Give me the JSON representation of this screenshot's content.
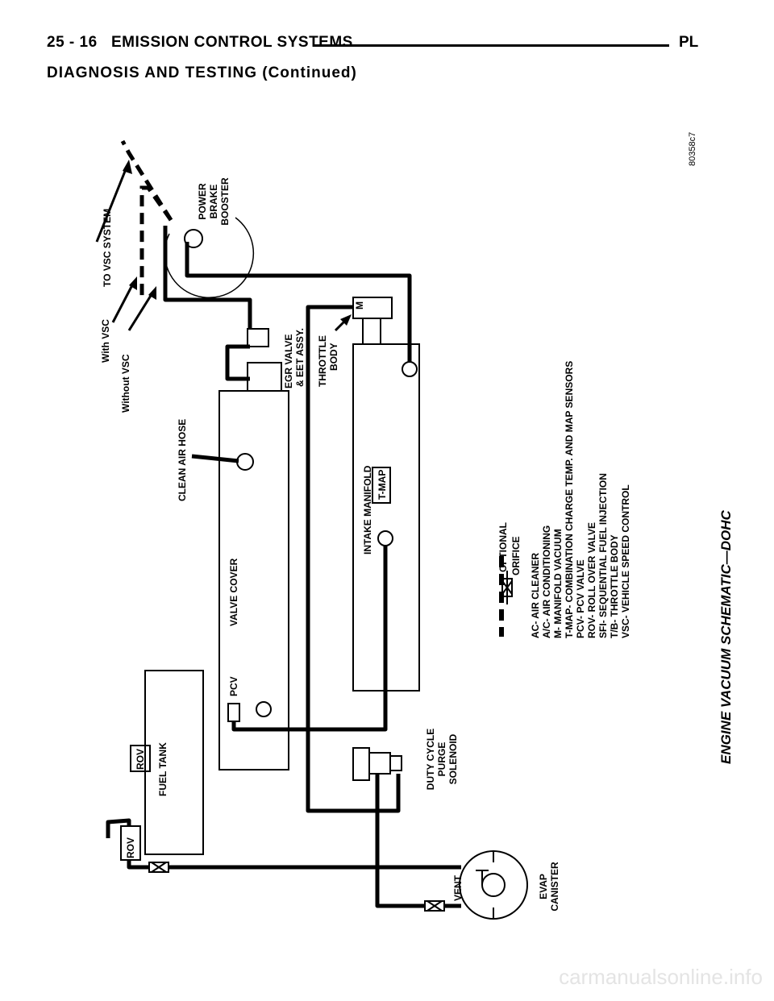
{
  "header": {
    "page_ref": "25 - 16",
    "section": "EMISSION CONTROL SYSTEMS",
    "model": "PL",
    "subtitle": "DIAGNOSIS AND TESTING (Continued)"
  },
  "figure": {
    "id": "80358c7",
    "caption": "ENGINE VACUUM SCHEMATIC—DOHC"
  },
  "labels": {
    "to_vsc_system": "TO VSC SYSTEM",
    "with_vsc": "With VSC",
    "without_vsc": "Without VSC",
    "power_brake_booster": [
      "POWER",
      "BRAKE",
      "BOOSTER"
    ],
    "egr_valve": [
      "EGR VALVE",
      "& EET ASSY."
    ],
    "throttle_body": [
      "THROTTLE",
      "BODY"
    ],
    "m": "M",
    "clean_air_hose": "CLEAN AIR HOSE",
    "intake_manifold": "INTAKE MANIFOLD",
    "t_map": "T-MAP",
    "valve_cover": "VALVE COVER",
    "pcv": "PCV",
    "fuel_tank": "FUEL TANK",
    "rov_1": "ROV",
    "rov_2": "ROV",
    "duty_cycle": [
      "DUTY CYCLE",
      "PURGE",
      "SOLENOID"
    ],
    "vent": "VENT",
    "evap_canister": [
      "EVAP",
      "CANISTER"
    ]
  },
  "legend": {
    "optional": "OPTIONAL",
    "orifice": "ORIFICE",
    "abbreviations": [
      "AC- AIR CLEANER",
      "A/C- AIR CONDITIONING",
      "M- MANIFOLD VACUUM",
      "T-MAP- COMBINATION CHARGE TEMP. AND  MAP SENSORS",
      "PCV- PCV VALVE",
      "ROV- ROLL OVER VALVE",
      "SFI- SEQUENTIAL FUEL INJECTION",
      "T/B- THROTTLE BODY",
      "VSC- VEHICLE SPEED CONTROL"
    ]
  },
  "watermark": "carmanualsonline.info"
}
